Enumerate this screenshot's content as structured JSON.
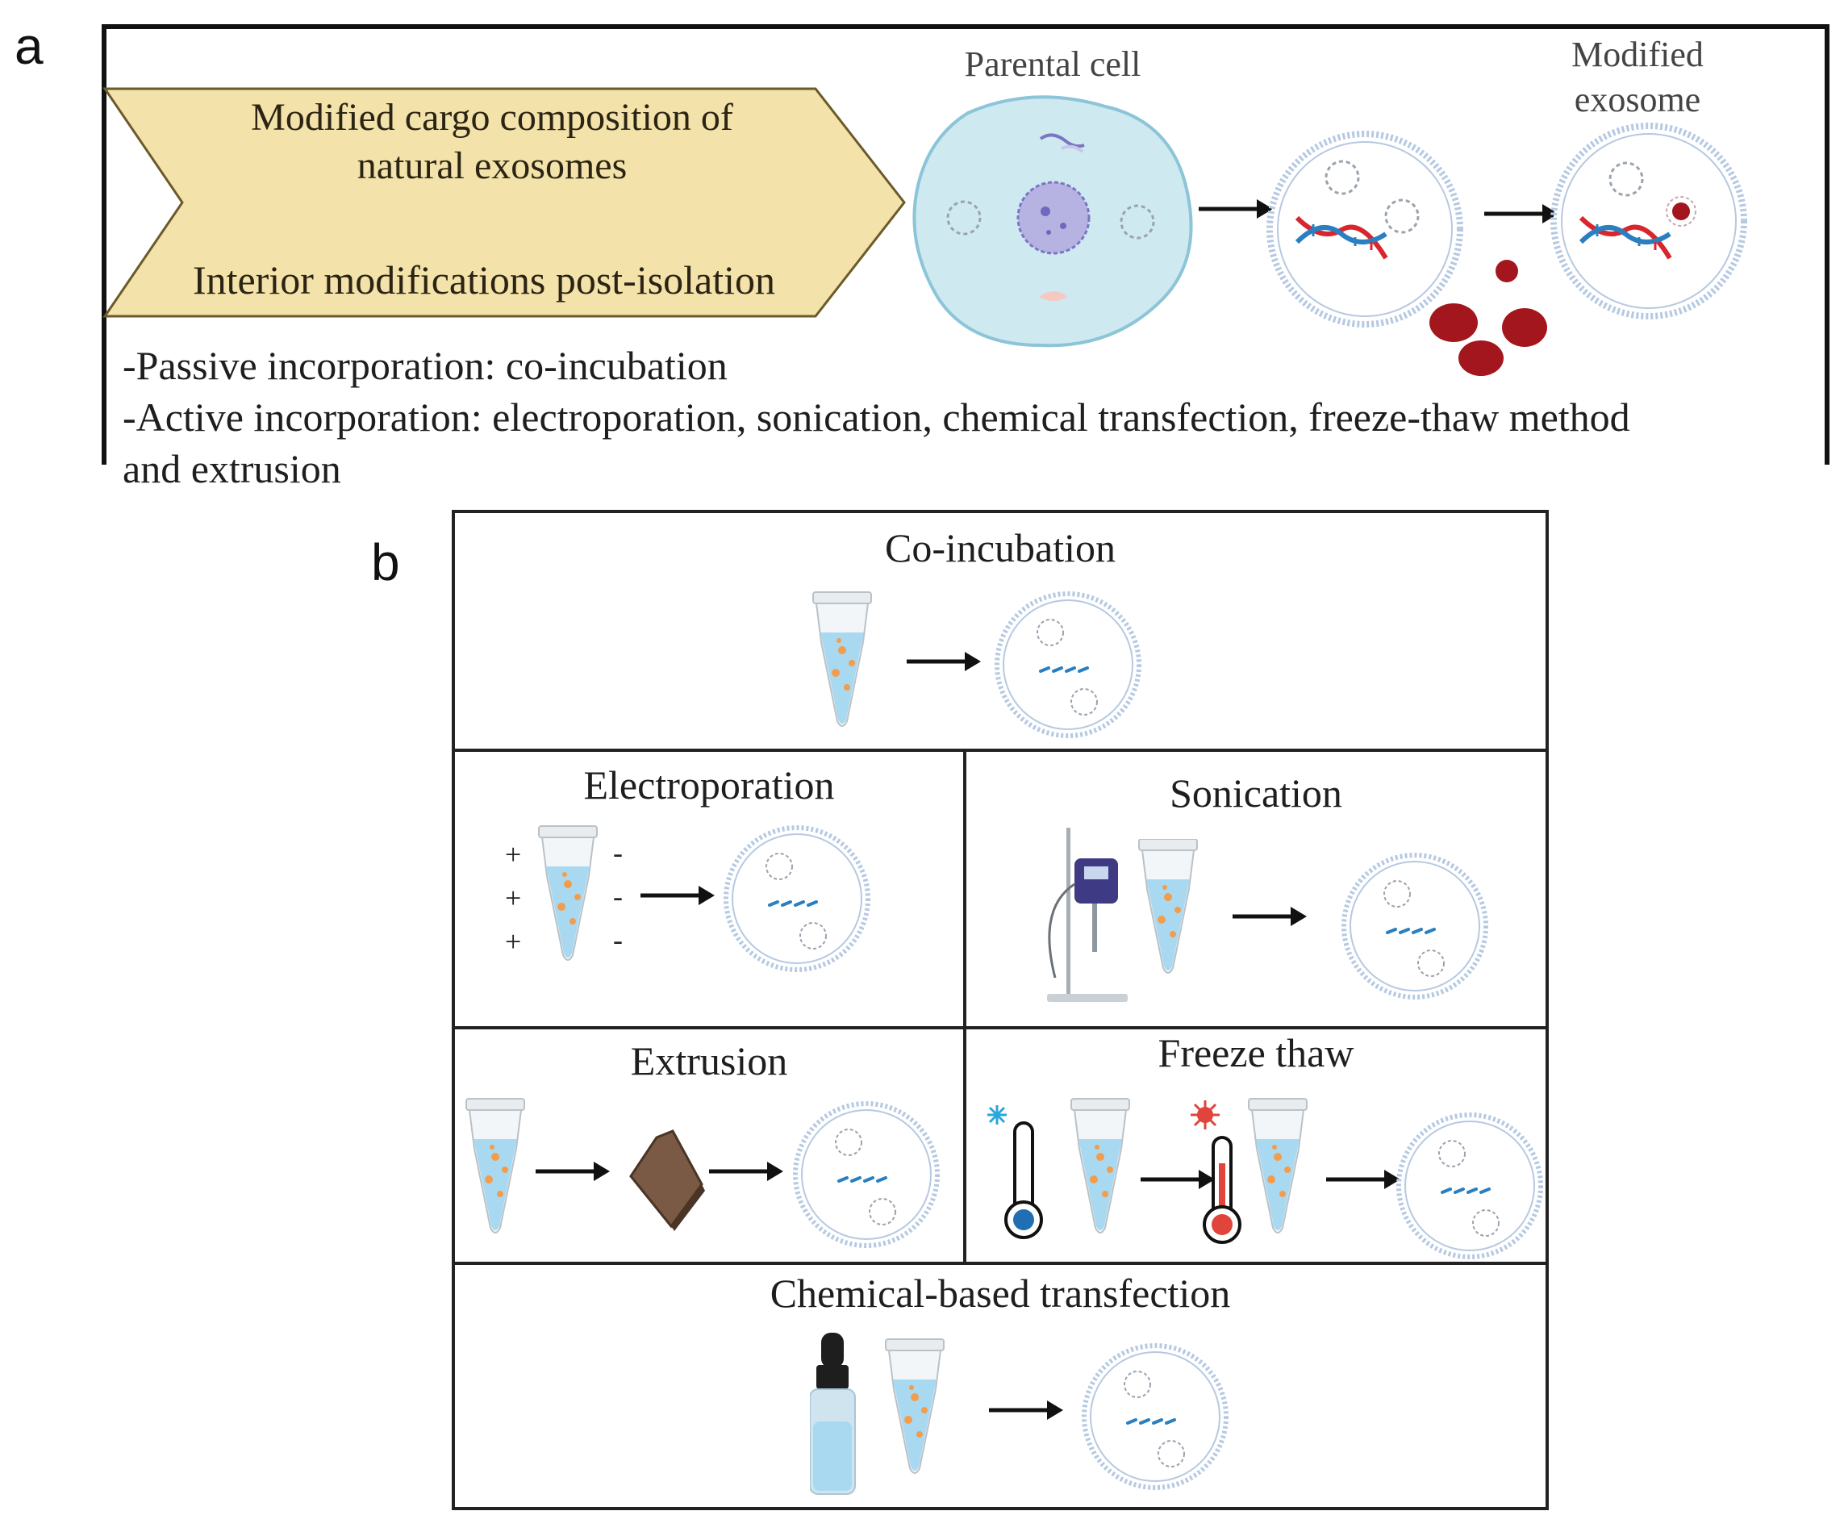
{
  "panel_a": {
    "letter": "a",
    "banner": {
      "line1": "Modified cargo composition of",
      "line2": "natural exosomes",
      "line3": "Interior modifications post-isolation"
    },
    "parental_cell_label": "Parental cell",
    "modified_exosome_label_1": "Modified",
    "modified_exosome_label_2": "exosome",
    "methods": {
      "passive": "-Passive incorporation: co-incubation",
      "active_1": "-Active incorporation: electroporation, sonication, chemical transfection, freeze-thaw method",
      "active_2": "and extrusion"
    }
  },
  "panel_b": {
    "letter": "b",
    "cells": {
      "coincubation": "Co-incubation",
      "electroporation": "Electroporation",
      "sonication": "Sonication",
      "extrusion": "Extrusion",
      "freeze_thaw": "Freeze thaw",
      "chemical": "Chemical-based transfection"
    },
    "electrode_plus": "+",
    "electrode_minus": "-"
  },
  "colors": {
    "banner_fill": "#f3e2a9",
    "banner_stroke": "#6b5a2a",
    "cell_fill": "#cfe9f0",
    "exosome_ring": "#9fb8d8",
    "dna_red": "#d8262c",
    "dna_blue": "#2a7fc1",
    "particle_red": "#a3161d",
    "tube_liquid": "#a9d9f1",
    "bead_orange": "#f39c4b"
  }
}
